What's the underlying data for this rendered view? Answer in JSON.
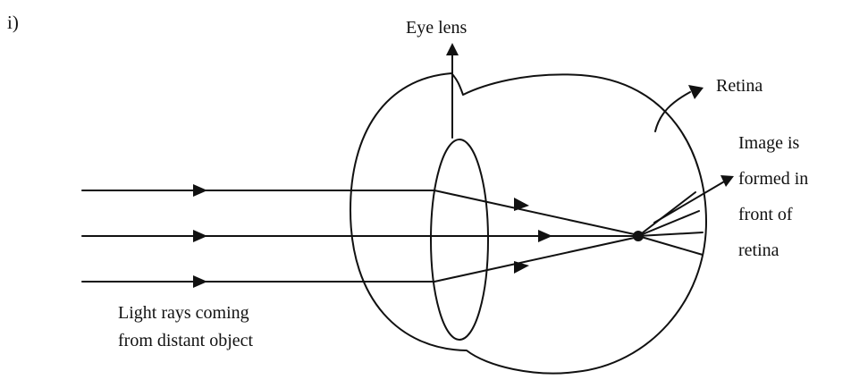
{
  "figure_label": "i)",
  "labels": {
    "eye_lens": "Eye lens",
    "retina": "Retina",
    "light_rays": [
      "Light rays coming",
      "from distant object"
    ],
    "image_note": [
      "Image is",
      "formed in",
      "front of",
      "retina"
    ]
  }
}
